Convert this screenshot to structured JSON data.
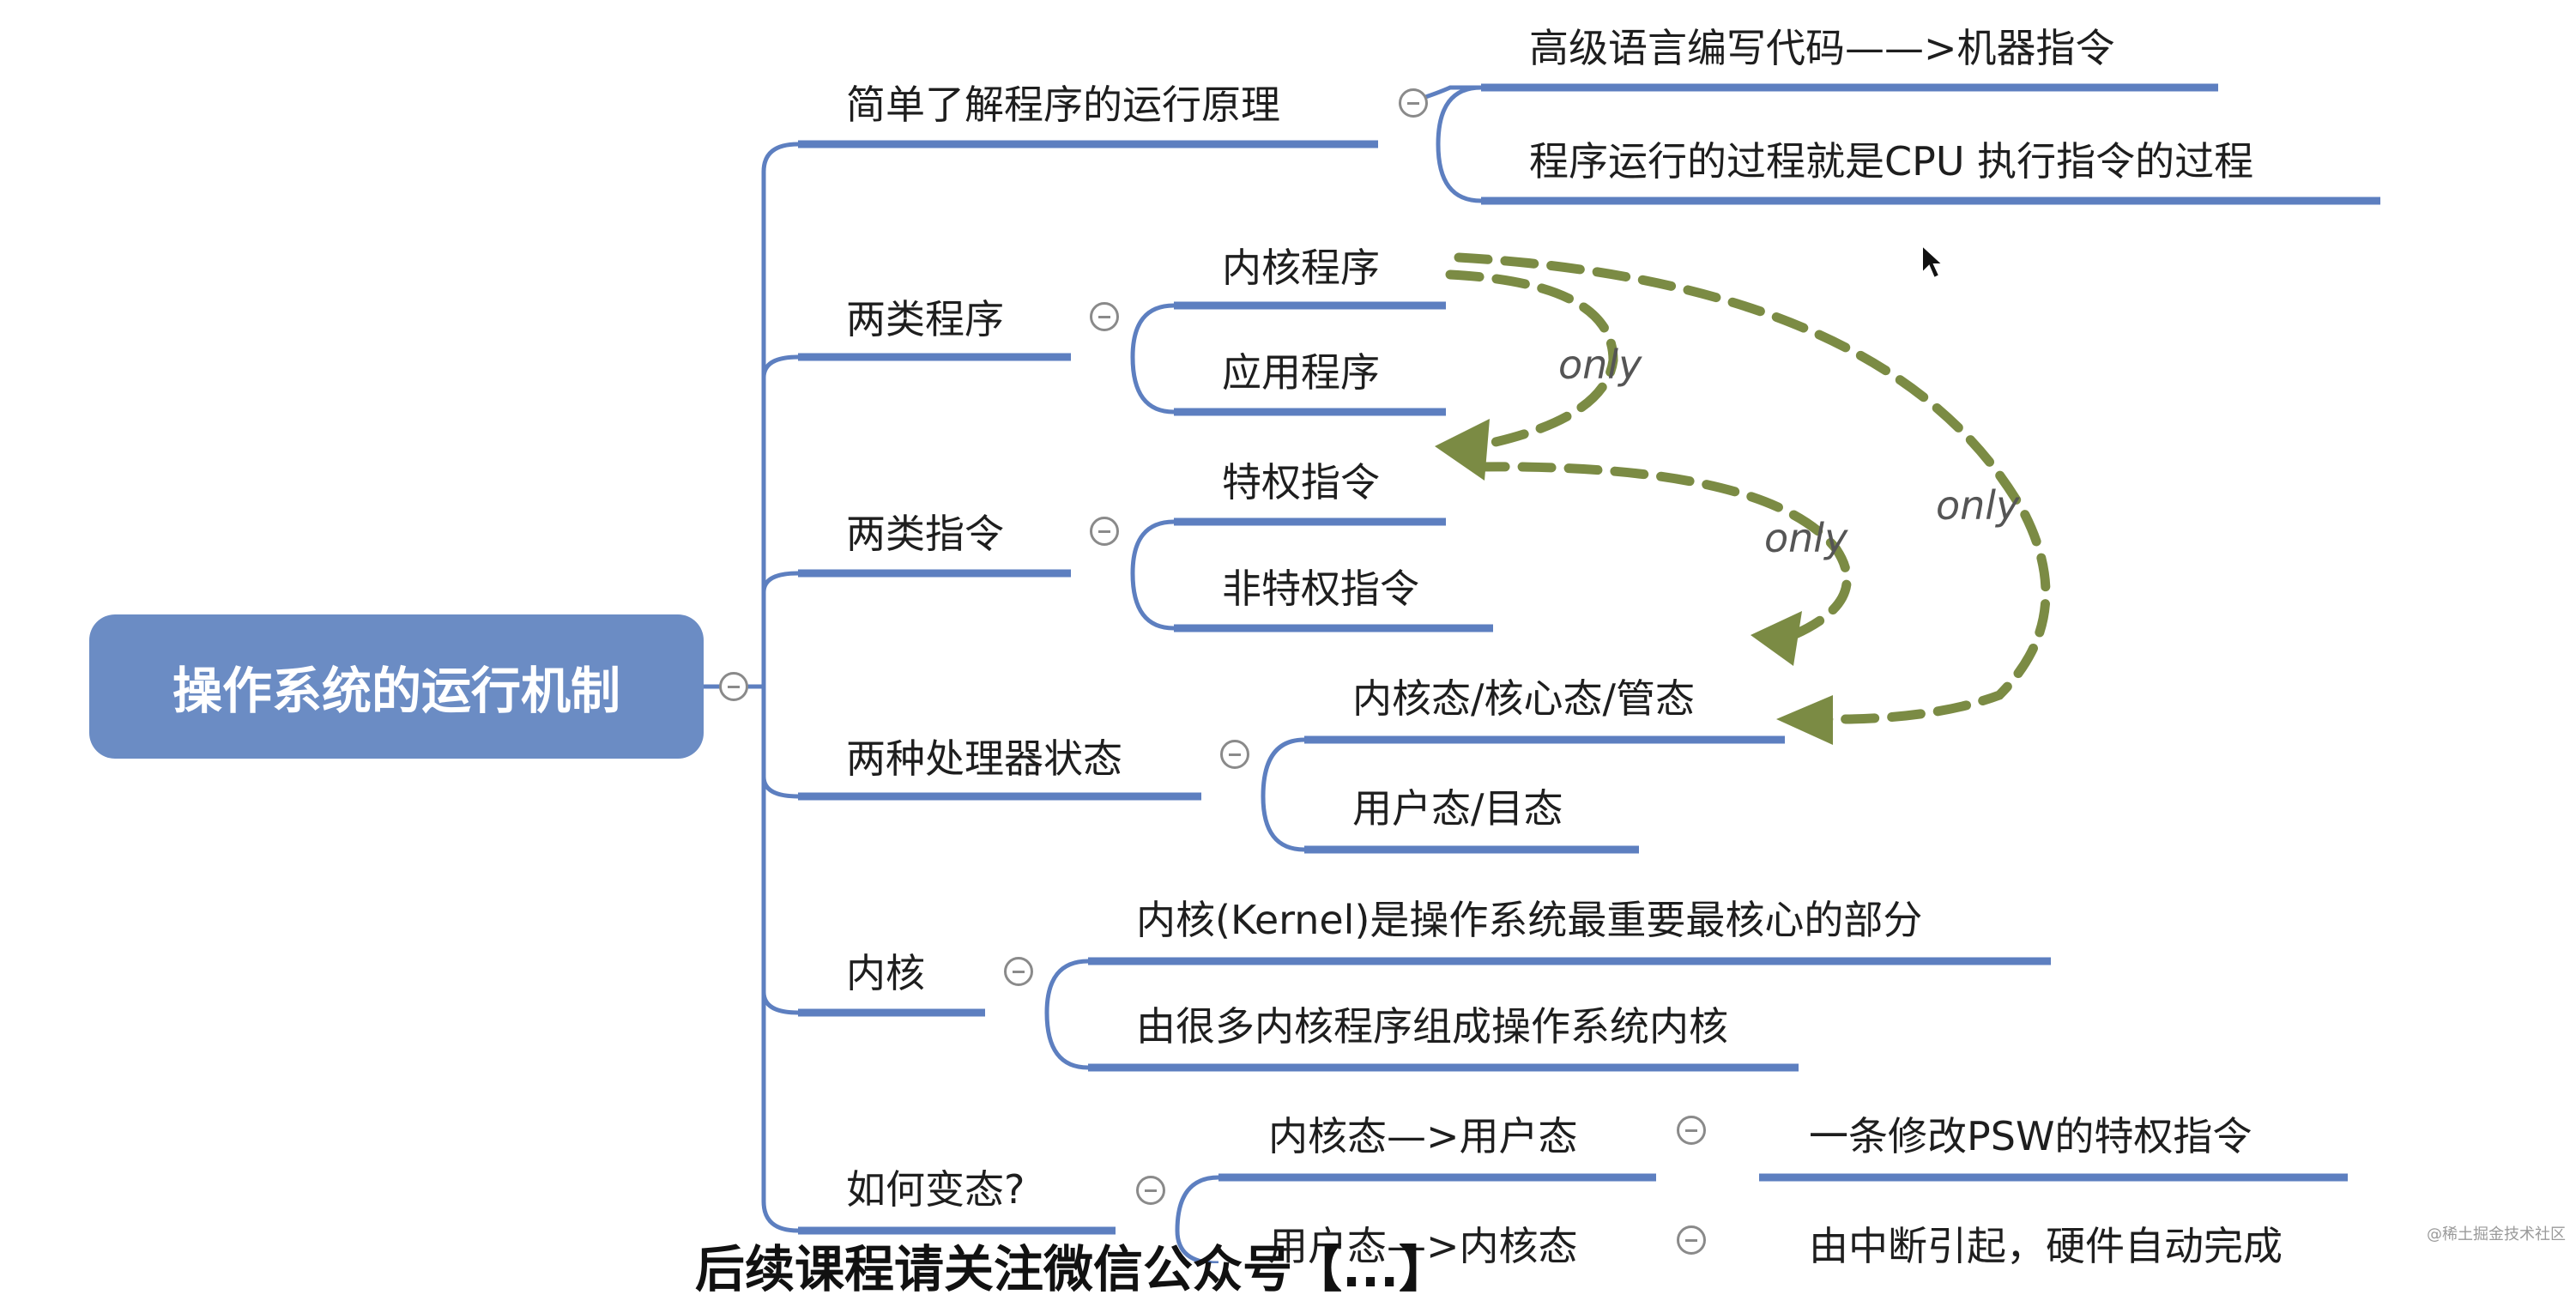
{
  "root": "操作系统的运行机制",
  "branches": {
    "b1": "简单了解程序的运行原理",
    "b1_c1": "高级语言编写代码——>机器指令",
    "b1_c2": "程序运行的过程就是CPU 执行指令的过程",
    "b2": "两类程序",
    "b2_c1": "内核程序",
    "b2_c2": "应用程序",
    "b3": "两类指令",
    "b3_c1": "特权指令",
    "b3_c2": "非特权指令",
    "b4": "两种处理器状态",
    "b4_c1": "内核态/核心态/管态",
    "b4_c2": "用户态/目态",
    "b5": "内核",
    "b5_c1": "内核(Kernel)是操作系统最重要最核心的部分",
    "b5_c2": "由很多内核程序组成操作系统内核",
    "b6": "如何变态?",
    "b6_c1": "内核态—>用户态",
    "b6_c1_d": "一条修改PSW的特权指令",
    "b6_c2": "用户态—>内核态",
    "b6_c2_d": "由中断引起，硬件自动完成"
  },
  "annotations": {
    "a1": "only",
    "a2": "only",
    "a3": "only"
  },
  "caption": "后续课程请关注微信公众号【...】",
  "watermark": "@稀土掘金技术社区",
  "colors": {
    "node_blue": "#6b8cc4",
    "line_blue": "#5d7fc0",
    "arrow_green": "#7b8b44",
    "collapse_gray": "#8a8a8a"
  }
}
